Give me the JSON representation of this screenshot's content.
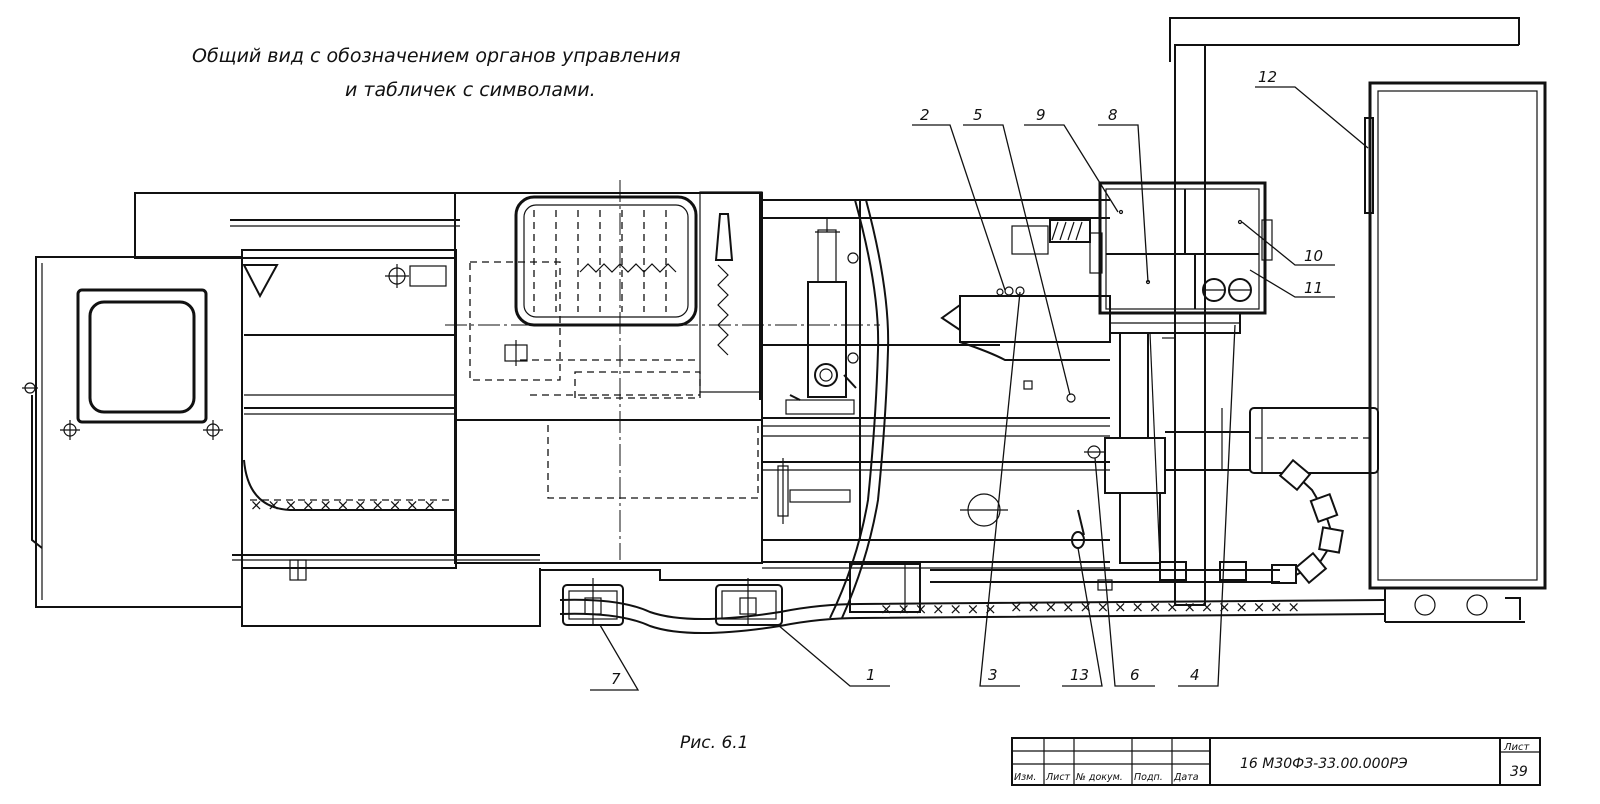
{
  "caption": {
    "line1": "Общий   вид   с обозначением  органов  управления",
    "line2": "и табличек   с  символами."
  },
  "figure_label": "Рис.  6.1",
  "callouts": [
    {
      "id": "c12",
      "text": "12"
    },
    {
      "id": "c2",
      "text": "2"
    },
    {
      "id": "c5",
      "text": "5"
    },
    {
      "id": "c9",
      "text": "9"
    },
    {
      "id": "c8",
      "text": "8"
    },
    {
      "id": "c10",
      "text": "10"
    },
    {
      "id": "c11",
      "text": "11"
    },
    {
      "id": "c7",
      "text": "7"
    },
    {
      "id": "c1",
      "text": "1"
    },
    {
      "id": "c3",
      "text": "3"
    },
    {
      "id": "c13",
      "text": "13"
    },
    {
      "id": "c6",
      "text": "6"
    },
    {
      "id": "c4",
      "text": "4"
    }
  ],
  "title_block": {
    "headers": [
      "Изм.",
      "Лист",
      "№ докум.",
      "Подп.",
      "Дата"
    ],
    "document_code": "16 М30ФЗ-33.00.000РЭ",
    "sheet_label": "Лист",
    "sheet_number": "39"
  }
}
